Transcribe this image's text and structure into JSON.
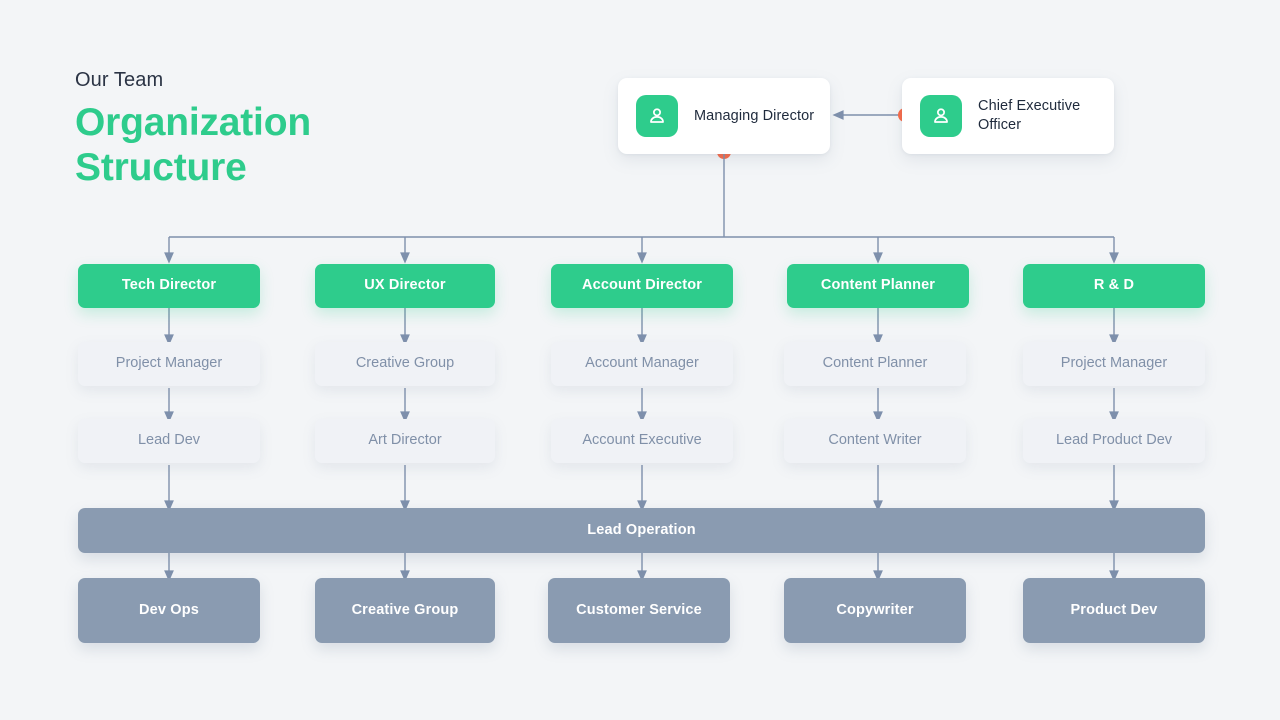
{
  "header": {
    "eyebrow": "Our Team",
    "headline_line1": "Organization",
    "headline_line2": "Structure"
  },
  "colors": {
    "background": "#f3f5f7",
    "green": "#2ecc8c",
    "slate": "#8a9bb1",
    "muted_card": "#f0f2f6",
    "muted_text": "#8090a8",
    "orange_dot": "#fa6a47",
    "connector": "#7e90ac",
    "title_dark": "#2b3445"
  },
  "executives": [
    {
      "id": "managing-director",
      "label": "Managing Director",
      "icon": "person-icon"
    },
    {
      "id": "chief-executive-officer",
      "label": "Chief Executive Officer",
      "icon": "person-icon"
    }
  ],
  "columns": [
    {
      "director": "Tech Director",
      "level2": "Project Manager",
      "level3": "Lead Dev",
      "bottom": "Dev Ops"
    },
    {
      "director": "UX Director",
      "level2": "Creative Group",
      "level3": "Art Director",
      "bottom": "Creative Group"
    },
    {
      "director": "Account Director",
      "level2": "Account Manager",
      "level3": "Account Executive",
      "bottom": "Customer Service"
    },
    {
      "director": "Content Planner",
      "level2": "Content Planner",
      "level3": "Content Writer",
      "bottom": "Copywriter"
    },
    {
      "director": "R & D",
      "level2": "Project Manager",
      "level3": "Lead Product Dev",
      "bottom": "Product Dev"
    }
  ],
  "shared_bar": {
    "label": "Lead Operation"
  }
}
